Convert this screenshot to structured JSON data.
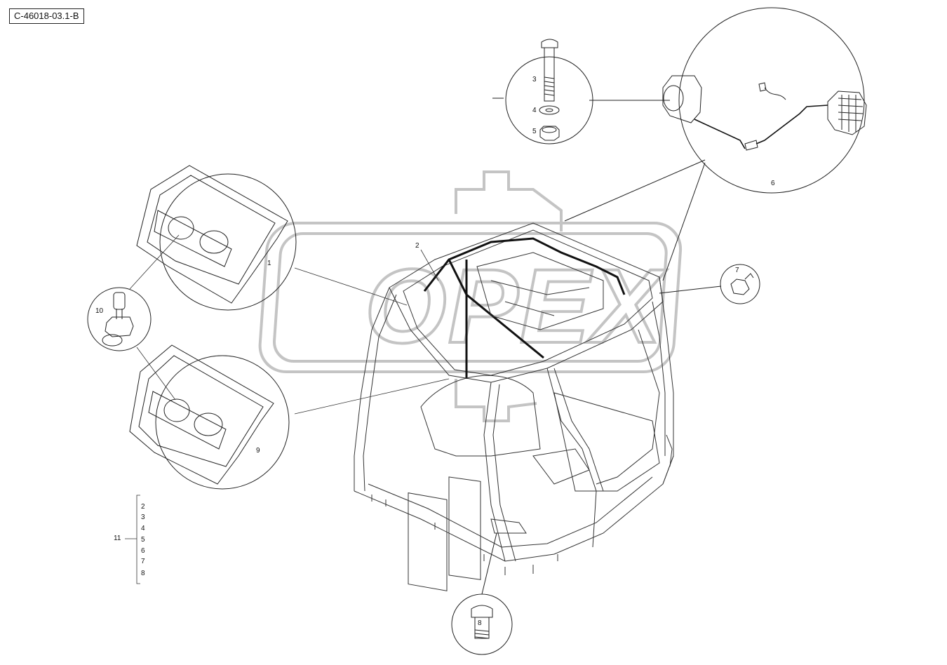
{
  "document": {
    "code": "C-46018-03.1-B"
  },
  "watermark": {
    "text": "OPEX"
  },
  "callouts": [
    {
      "id": "1",
      "label": "1"
    },
    {
      "id": "2",
      "label": "2"
    },
    {
      "id": "3",
      "label": "3"
    },
    {
      "id": "4",
      "label": "4"
    },
    {
      "id": "5",
      "label": "5"
    },
    {
      "id": "6",
      "label": "6"
    },
    {
      "id": "7",
      "label": "7"
    },
    {
      "id": "8",
      "label": "8"
    },
    {
      "id": "9",
      "label": "9"
    },
    {
      "id": "10",
      "label": "10"
    },
    {
      "id": "11",
      "label": "11"
    }
  ],
  "kit": {
    "label": "11",
    "items": [
      "2",
      "3",
      "4",
      "5",
      "6",
      "7",
      "8"
    ]
  },
  "colors": {
    "line": "#222222",
    "watermark": "#bdbdbd",
    "background": "#ffffff"
  }
}
